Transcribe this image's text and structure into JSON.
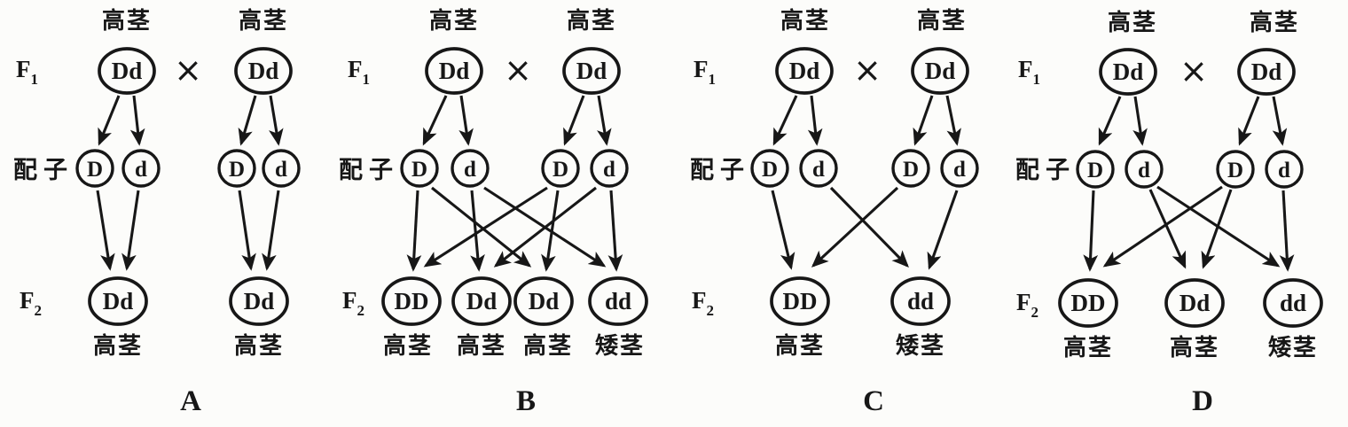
{
  "figure": {
    "description_colors": {
      "ink": "#171717",
      "background": "#fcfcfa"
    },
    "cross_symbol": "×",
    "generation_labels": {
      "f1": "F",
      "f1_sub": "1",
      "gametes": "配子",
      "f2": "F",
      "f2_sub": "2"
    },
    "parent_to_gamete_arrows": [
      [
        0,
        0
      ],
      [
        0,
        1
      ],
      [
        1,
        2
      ],
      [
        1,
        3
      ]
    ],
    "panels": [
      {
        "letter": "A",
        "parents": [
          {
            "phenotype": "高茎",
            "genotype": "Dd"
          },
          {
            "phenotype": "高茎",
            "genotype": "Dd"
          }
        ],
        "gametes": [
          "D",
          "d",
          "D",
          "d"
        ],
        "offspring": [
          {
            "genotype": "Dd",
            "phenotype": "高茎"
          },
          {
            "genotype": "Dd",
            "phenotype": "高茎"
          }
        ],
        "gamete_to_offspring_arrows": [
          [
            0,
            0
          ],
          [
            1,
            0
          ],
          [
            2,
            1
          ],
          [
            3,
            1
          ]
        ]
      },
      {
        "letter": "B",
        "parents": [
          {
            "phenotype": "高茎",
            "genotype": "Dd"
          },
          {
            "phenotype": "高茎",
            "genotype": "Dd"
          }
        ],
        "gametes": [
          "D",
          "d",
          "D",
          "d"
        ],
        "offspring": [
          {
            "genotype": "DD",
            "phenotype": "高茎"
          },
          {
            "genotype": "Dd",
            "phenotype": "高茎"
          },
          {
            "genotype": "Dd",
            "phenotype": "高茎"
          },
          {
            "genotype": "dd",
            "phenotype": "矮茎"
          }
        ],
        "gamete_to_offspring_arrows": [
          [
            0,
            0
          ],
          [
            0,
            2
          ],
          [
            1,
            1
          ],
          [
            1,
            3
          ],
          [
            2,
            0
          ],
          [
            2,
            2
          ],
          [
            3,
            1
          ],
          [
            3,
            3
          ]
        ]
      },
      {
        "letter": "C",
        "parents": [
          {
            "phenotype": "高茎",
            "genotype": "Dd"
          },
          {
            "phenotype": "高茎",
            "genotype": "Dd"
          }
        ],
        "gametes": [
          "D",
          "d",
          "D",
          "d"
        ],
        "offspring": [
          {
            "genotype": "DD",
            "phenotype": "高茎"
          },
          {
            "genotype": "dd",
            "phenotype": "矮茎"
          }
        ],
        "gamete_to_offspring_arrows": [
          [
            0,
            0
          ],
          [
            1,
            1
          ],
          [
            2,
            0
          ],
          [
            3,
            1
          ]
        ]
      },
      {
        "letter": "D",
        "parents": [
          {
            "phenotype": "高茎",
            "genotype": "Dd"
          },
          {
            "phenotype": "高茎",
            "genotype": "Dd"
          }
        ],
        "gametes": [
          "D",
          "d",
          "D",
          "d"
        ],
        "offspring": [
          {
            "genotype": "DD",
            "phenotype": "高茎"
          },
          {
            "genotype": "Dd",
            "phenotype": "高茎"
          },
          {
            "genotype": "dd",
            "phenotype": "矮茎"
          }
        ],
        "gamete_to_offspring_arrows": [
          [
            0,
            0
          ],
          [
            1,
            1
          ],
          [
            1,
            2
          ],
          [
            2,
            0
          ],
          [
            2,
            1
          ],
          [
            3,
            2
          ]
        ]
      }
    ]
  }
}
